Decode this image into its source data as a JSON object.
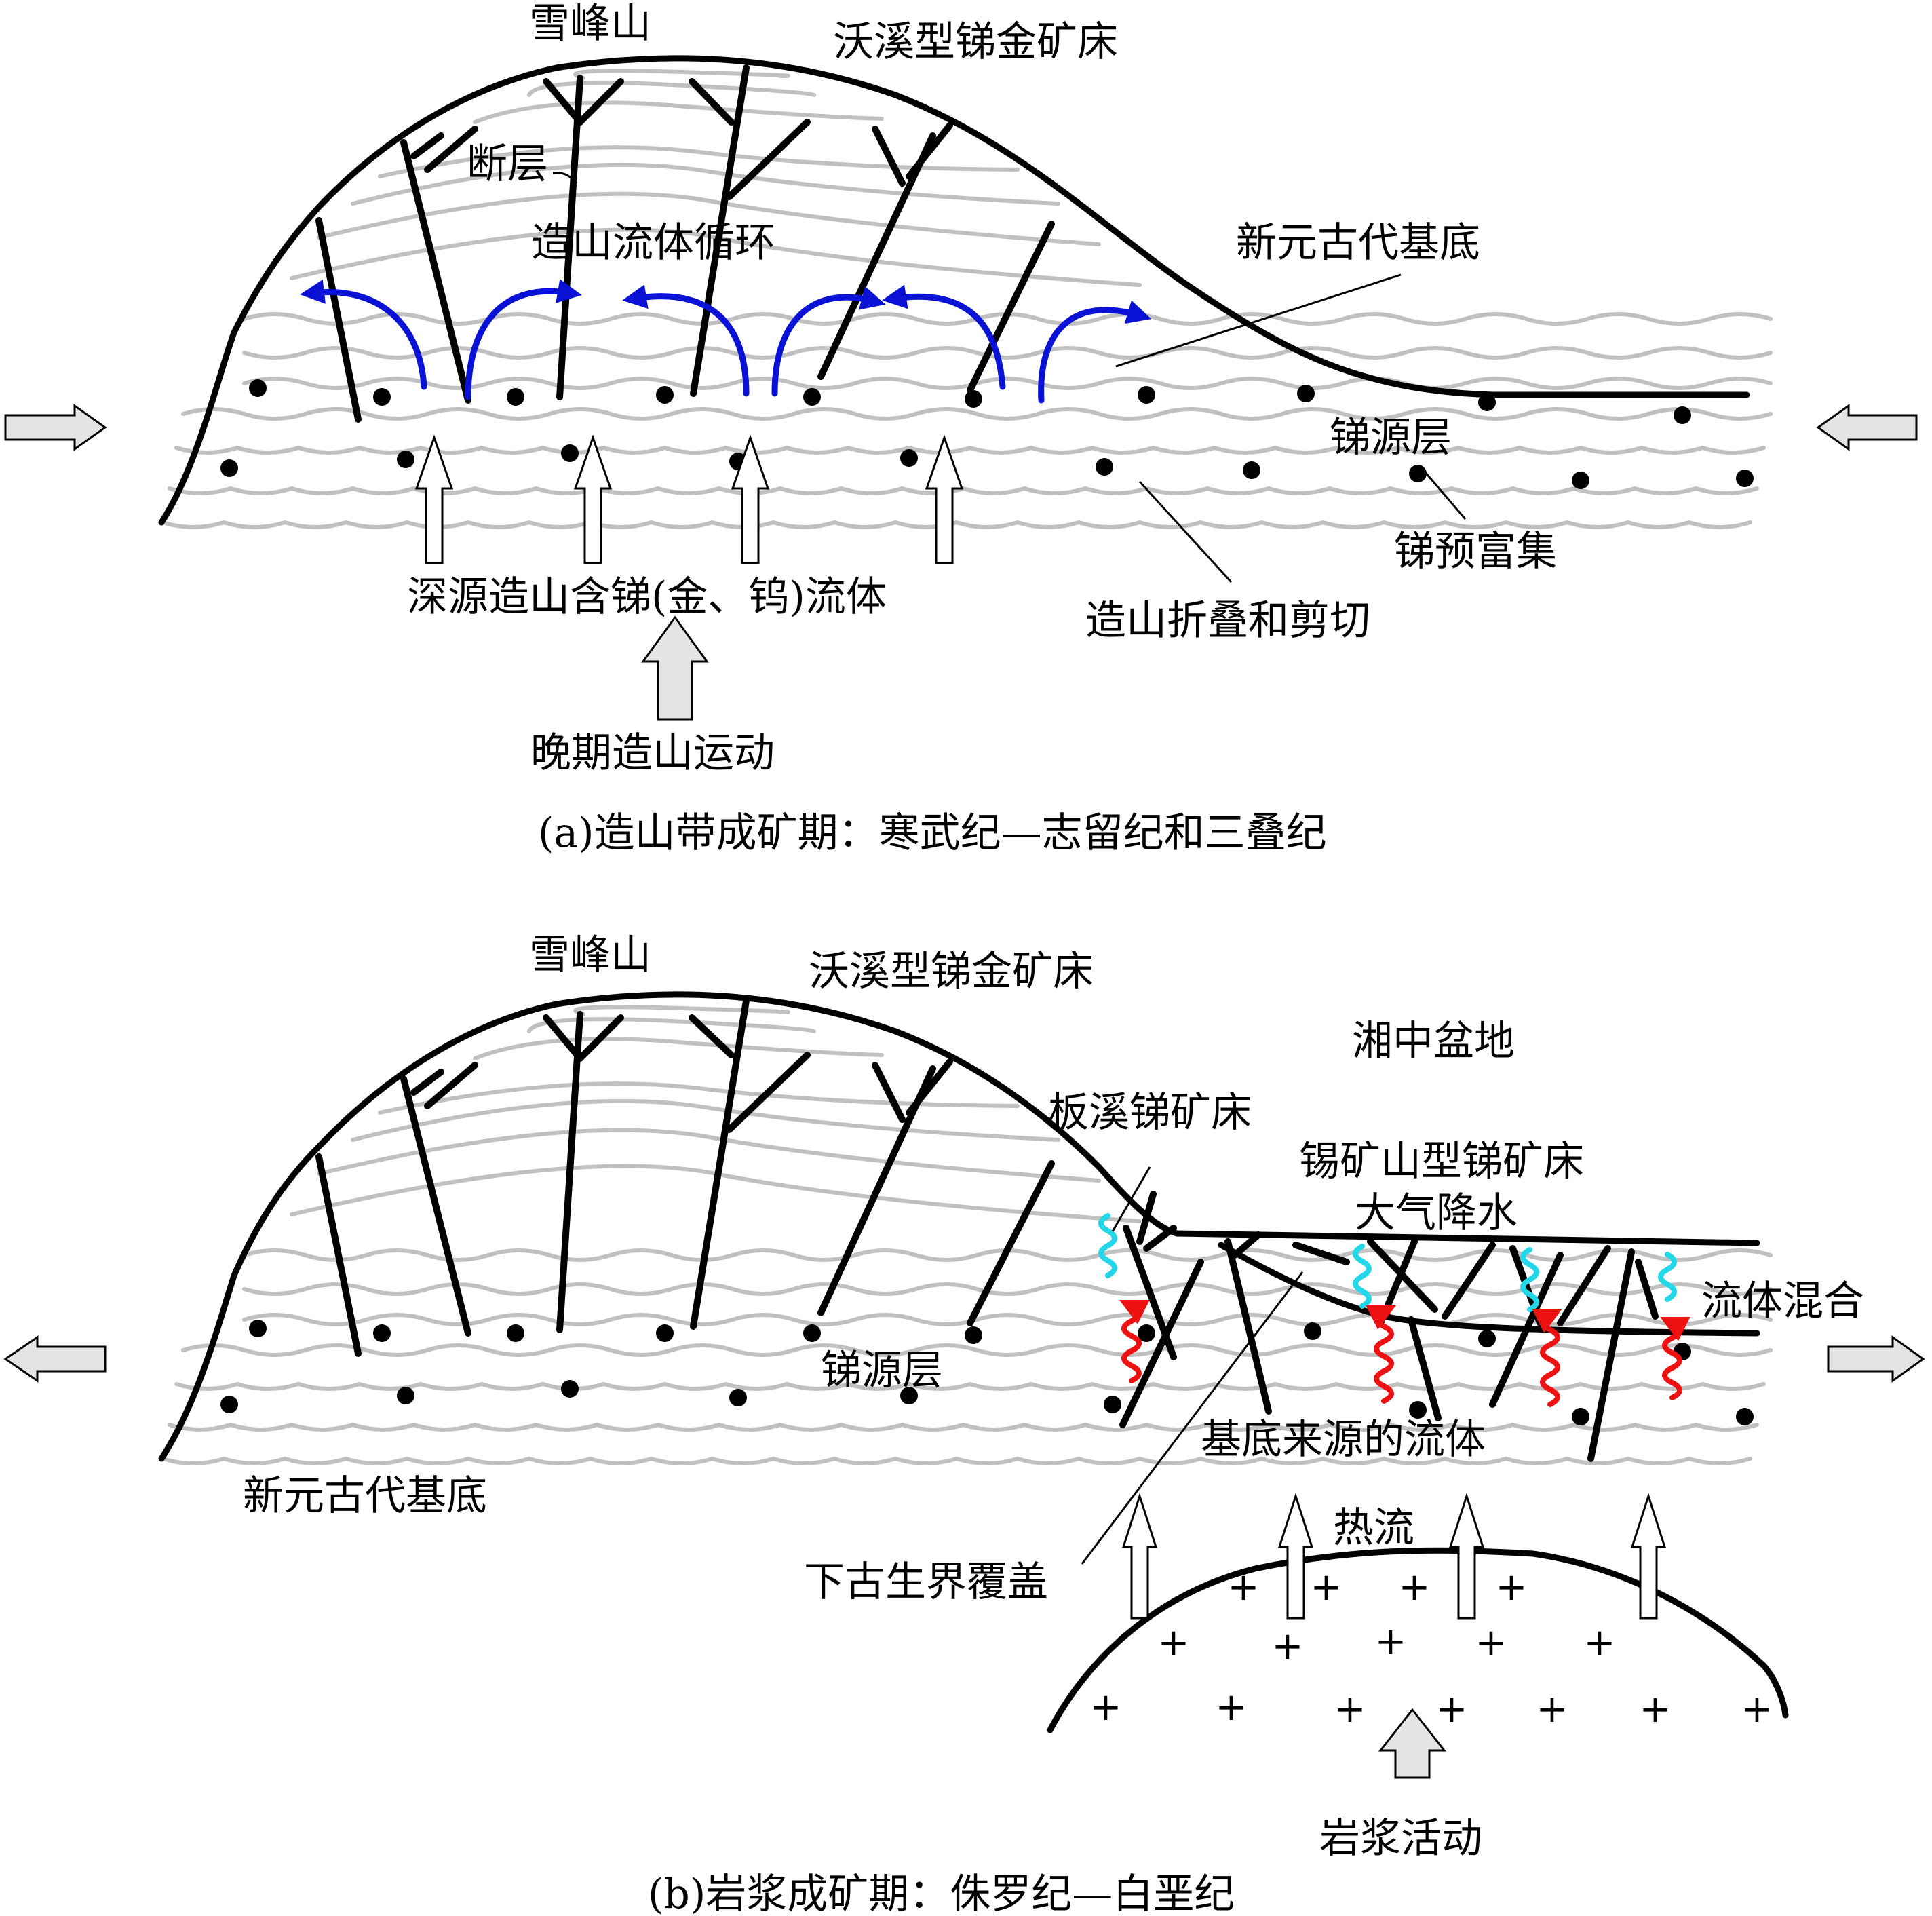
{
  "panel_a": {
    "label_mountain": "雪峰山",
    "label_deposit": "沃溪型锑金矿床",
    "label_fault": "断层",
    "label_circulation": "造山流体循环",
    "label_basement": "新元古代基底",
    "label_source_bed": "锑源层",
    "label_pre_enrichment": "锑预富集",
    "label_deep_fluid": "深源造山含锑(金、钨)流体",
    "label_folding": "造山折叠和剪切",
    "label_late_orogeny": "晚期造山运动",
    "caption": "(a)造山带成矿期：寒武纪—志留纪和三叠纪"
  },
  "panel_b": {
    "label_mountain": "雪峰山",
    "label_deposit": "沃溪型锑金矿床",
    "label_basin": "湘中盆地",
    "label_banxi": "板溪锑矿床",
    "label_xikuangshan": "锡矿山型锑矿床",
    "label_meteoric": "大气降水",
    "label_mixing": "流体混合",
    "label_source_bed": "锑源层",
    "label_basement_fluid": "基底来源的流体",
    "label_basement": "新元古代基底",
    "label_heat_flow": "热流",
    "label_cover": "下古生界覆盖",
    "label_magmatism": "岩浆活动",
    "caption": "(b)岩浆成矿期：侏罗纪—白垩纪"
  },
  "colors": {
    "circulation_arrows": "#0a12d6",
    "meteoric_water": "#22d8e8",
    "basement_fluid": "#ee1111",
    "strata": "#c0c0c0"
  }
}
